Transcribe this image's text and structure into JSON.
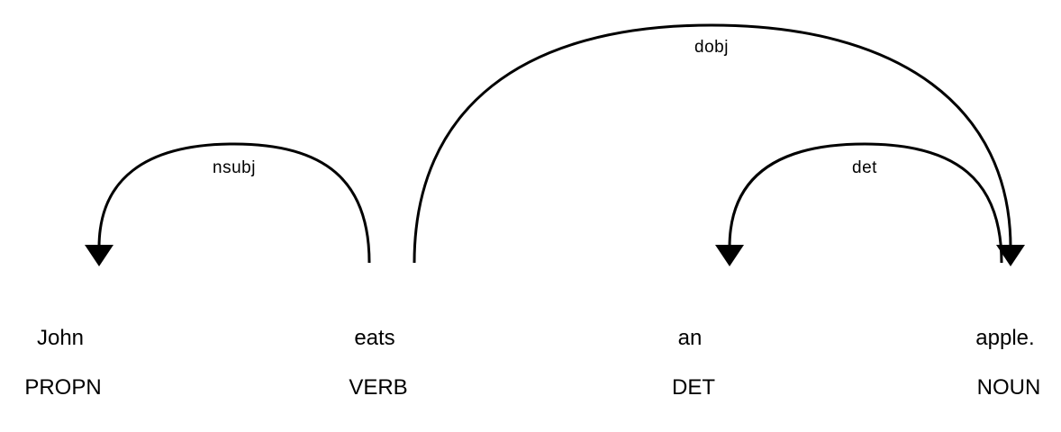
{
  "tokens": [
    {
      "text": "John",
      "tag": "PROPN"
    },
    {
      "text": "eats",
      "tag": "VERB"
    },
    {
      "text": "an",
      "tag": "DET"
    },
    {
      "text": "apple.",
      "tag": "NOUN"
    }
  ],
  "arcs": [
    {
      "label": "nsubj",
      "head": 1,
      "dependent": 0
    },
    {
      "label": "dobj",
      "head": 1,
      "dependent": 3
    },
    {
      "label": "det",
      "head": 3,
      "dependent": 2
    }
  ],
  "colors": {
    "stroke": "#000000",
    "text": "#000000",
    "background": "#ffffff"
  }
}
